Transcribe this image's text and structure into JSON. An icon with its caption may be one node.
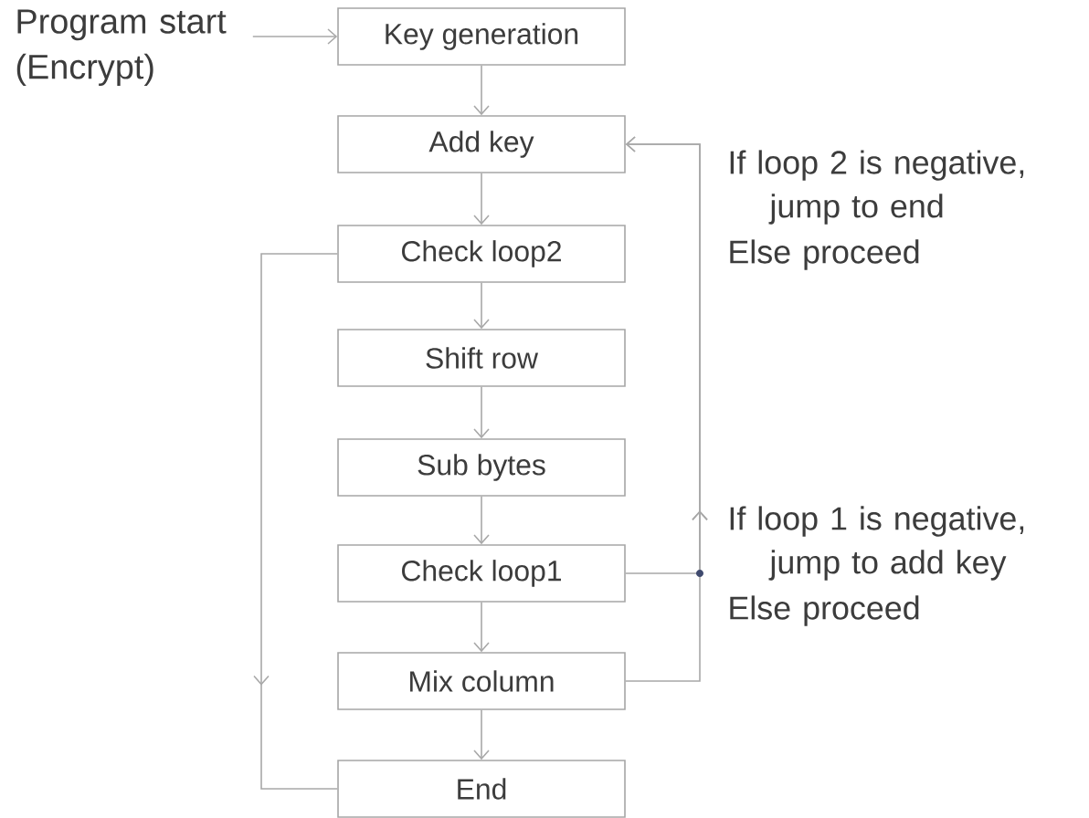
{
  "diagram": {
    "nodes": [
      {
        "text": [
          "Program start (Encrypt)"
        ]
      },
      {
        "text": [
          "Key generation"
        ]
      },
      {
        "text": [
          "Add key"
        ]
      },
      {
        "text": [
          "Check loop2"
        ]
      },
      {
        "text": [
          "Shift row"
        ]
      },
      {
        "text": [
          "Sub bytes"
        ]
      },
      {
        "text": [
          "Check loop1"
        ]
      },
      {
        "text": [
          "Mix column"
        ]
      },
      {
        "text": [
          "End"
        ]
      }
    ],
    "edges": [
      {
        "from": 0,
        "to": 1,
        "arrow": "to"
      },
      {
        "from": 1,
        "to": 2,
        "arrow": "to"
      },
      {
        "from": 2,
        "to": 3,
        "arrow": "to"
      },
      {
        "from": 3,
        "to": 4,
        "arrow": "to"
      },
      {
        "from": 4,
        "to": 5,
        "arrow": "to"
      },
      {
        "from": 5,
        "to": 6,
        "arrow": "to"
      },
      {
        "from": 6,
        "to": 7,
        "arrow": "to"
      },
      {
        "from": 7,
        "to": 8,
        "arrow": "to"
      },
      {
        "from": 3,
        "to": 8,
        "arrow": "to"
      },
      {
        "from": 6,
        "to": 2,
        "arrow": "to"
      },
      {
        "from": 7,
        "to": 2,
        "arrow": "to"
      }
    ],
    "labels": [
      "If loop 2 is negative, jump to end",
      "Else proceed",
      "If loop 1 is negative, jump to add key",
      "Else proceed"
    ]
  }
}
